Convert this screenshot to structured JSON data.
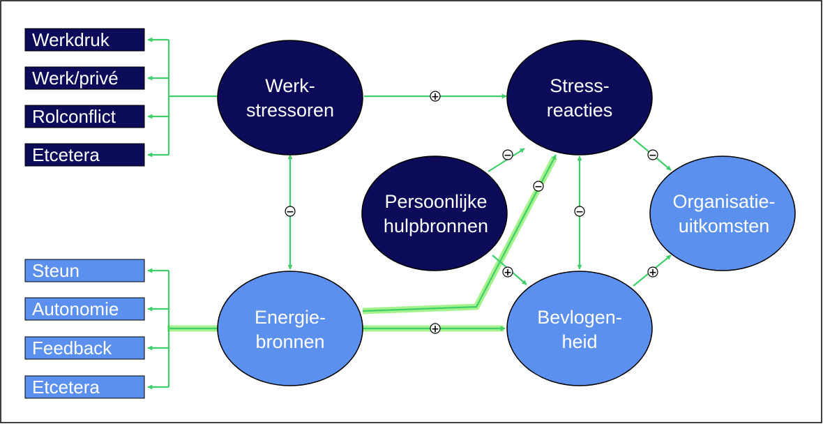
{
  "colors": {
    "dark_node": "#0b0b5a",
    "light_node": "#5b90ee",
    "arrow": "#3ecf6a",
    "highlight": "#a6f28d",
    "border": "#000000"
  },
  "stressor_boxes": [
    "Werkdruk",
    "Werk/privé",
    "Rolconflict",
    "Etcetera"
  ],
  "resource_boxes": [
    "Steun",
    "Autonomie",
    "Feedback",
    "Etcetera"
  ],
  "nodes": {
    "werkstressoren": [
      "Werk-",
      "stressoren"
    ],
    "stressreacties": [
      "Stress-",
      "reacties"
    ],
    "persoonlijke_hulpbronnen": [
      "Persoonlijke",
      "hulpbronnen"
    ],
    "organisatieuitkomsten": [
      "Organisatie-",
      "uitkomsten"
    ],
    "energiebronnen": [
      "Energie-",
      "bronnen"
    ],
    "bevlogenheid": [
      "Bevlogen-",
      "heid"
    ]
  },
  "signs": {
    "stressoren_to_reacties": "+",
    "stressoren_energie": "−",
    "hulpbronnen_to_reacties": "−",
    "energie_to_reacties": "−",
    "reacties_bevlogenheid": "−",
    "reacties_to_uitkomsten": "−",
    "hulpbronnen_to_bevlogenheid": "+",
    "energie_to_bevlogenheid": "+",
    "bevlogenheid_to_uitkomsten": "+"
  }
}
